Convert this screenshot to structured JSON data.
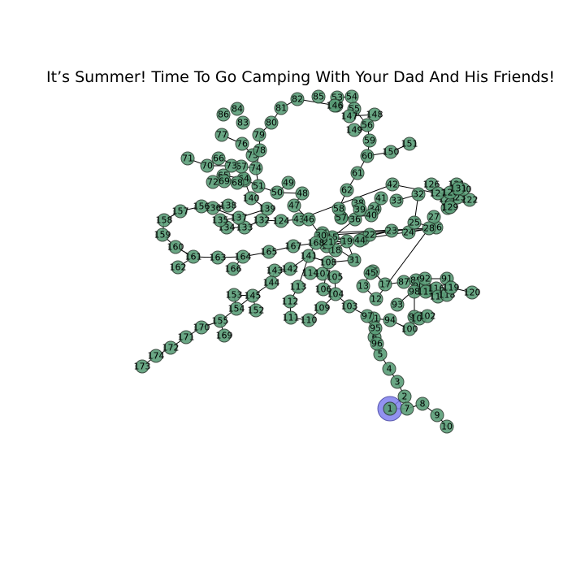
{
  "title": "It’s Summer! Time To Go Camping With Your Dad And His Friends!",
  "colors": {
    "node_fill": "#5a9e78",
    "node_stroke": "#2b3d30",
    "highlight_fill": "#8080ee",
    "edge": "#000000"
  },
  "highlighted_node": 1,
  "node_labels": [
    "1",
    "2",
    "3",
    "4",
    "5",
    "6",
    "7",
    "8",
    "9",
    "10",
    "11",
    "12",
    "13",
    "14",
    "15",
    "16",
    "17",
    "18",
    "19",
    "20",
    "21",
    "22",
    "23",
    "24",
    "25",
    "26",
    "27",
    "28",
    "29",
    "30",
    "31",
    "32",
    "33",
    "34",
    "35",
    "36",
    "37",
    "38",
    "39",
    "40",
    "41",
    "42",
    "43",
    "44",
    "45",
    "46",
    "47",
    "48",
    "49",
    "50",
    "51",
    "52",
    "53",
    "54",
    "55",
    "56",
    "57",
    "58",
    "59",
    "60",
    "61",
    "62",
    "63",
    "64",
    "65",
    "66",
    "67",
    "68",
    "69",
    "70",
    "71",
    "72",
    "73",
    "74",
    "75",
    "76",
    "77",
    "78",
    "79",
    "80",
    "81",
    "82",
    "83",
    "84",
    "85",
    "86",
    "87",
    "88",
    "89",
    "90",
    "91",
    "92",
    "93",
    "94",
    "95",
    "96",
    "97",
    "98",
    "99",
    "100",
    "101",
    "102",
    "103",
    "104",
    "105",
    "106",
    "107",
    "108",
    "109",
    "110",
    "111",
    "112",
    "113",
    "114",
    "115",
    "116",
    "117",
    "118",
    "119",
    "120",
    "121",
    "122",
    "123",
    "124",
    "125",
    "126",
    "127",
    "128",
    "129",
    "130",
    "131",
    "132",
    "133",
    "134",
    "135",
    "136",
    "137",
    "138",
    "139",
    "140",
    "141",
    "142",
    "143",
    "144",
    "145",
    "146",
    "147",
    "148",
    "149",
    "150",
    "151",
    "152",
    "153",
    "154",
    "155",
    "156",
    "157",
    "158",
    "159",
    "160",
    "161",
    "162",
    "163",
    "164",
    "165",
    "166",
    "167",
    "168",
    "169",
    "170",
    "171",
    "172",
    "173",
    "174"
  ],
  "edges": [
    [
      1,
      2
    ],
    [
      1,
      7
    ],
    [
      2,
      3
    ],
    [
      2,
      7
    ],
    [
      7,
      8
    ],
    [
      8,
      9
    ],
    [
      9,
      10
    ],
    [
      3,
      4
    ],
    [
      4,
      5
    ],
    [
      5,
      6
    ],
    [
      6,
      95
    ],
    [
      95,
      11
    ],
    [
      11,
      97
    ],
    [
      11,
      94
    ],
    [
      94,
      100
    ],
    [
      95,
      96
    ],
    [
      97,
      103
    ],
    [
      103,
      104
    ],
    [
      104,
      105
    ],
    [
      105,
      107
    ],
    [
      107,
      114
    ],
    [
      104,
      106
    ],
    [
      106,
      108
    ],
    [
      108,
      31
    ],
    [
      31,
      19
    ],
    [
      19,
      18
    ],
    [
      18,
      16
    ],
    [
      16,
      15
    ],
    [
      15,
      21
    ],
    [
      21,
      14
    ],
    [
      14,
      23
    ],
    [
      23,
      22
    ],
    [
      22,
      20
    ],
    [
      20,
      44
    ],
    [
      20,
      26
    ],
    [
      26,
      27
    ],
    [
      26,
      24
    ],
    [
      26,
      25
    ],
    [
      25,
      32
    ],
    [
      32,
      33
    ],
    [
      19,
      15
    ],
    [
      15,
      36
    ],
    [
      36,
      37
    ],
    [
      37,
      40
    ],
    [
      40,
      41
    ],
    [
      40,
      39
    ],
    [
      39,
      38
    ],
    [
      37,
      57
    ],
    [
      57,
      58
    ],
    [
      58,
      62
    ],
    [
      62,
      61
    ],
    [
      61,
      60
    ],
    [
      60,
      59
    ],
    [
      59,
      56
    ],
    [
      56,
      55
    ],
    [
      55,
      147
    ],
    [
      147,
      148
    ],
    [
      56,
      149
    ],
    [
      60,
      150
    ],
    [
      150,
      151
    ],
    [
      55,
      54
    ],
    [
      54,
      53
    ],
    [
      53,
      146
    ],
    [
      146,
      52
    ],
    [
      52,
      82
    ],
    [
      82,
      81
    ],
    [
      81,
      80
    ],
    [
      80,
      79
    ],
    [
      79,
      78
    ],
    [
      78,
      75
    ],
    [
      75,
      76
    ],
    [
      76,
      77
    ],
    [
      78,
      74
    ],
    [
      74,
      67
    ],
    [
      67,
      73
    ],
    [
      73,
      70
    ],
    [
      70,
      71
    ],
    [
      67,
      66
    ],
    [
      74,
      51
    ],
    [
      51,
      50
    ],
    [
      50,
      49
    ],
    [
      50,
      48
    ],
    [
      48,
      47
    ],
    [
      47,
      46
    ],
    [
      46,
      30
    ],
    [
      30,
      28
    ],
    [
      28,
      12
    ],
    [
      12,
      13
    ],
    [
      13,
      45
    ],
    [
      45,
      35
    ],
    [
      35,
      17
    ],
    [
      17,
      87
    ],
    [
      87,
      88
    ],
    [
      88,
      89
    ],
    [
      89,
      92
    ],
    [
      92,
      91
    ],
    [
      91,
      119
    ],
    [
      119,
      120
    ],
    [
      89,
      90
    ],
    [
      90,
      93
    ],
    [
      89,
      98
    ],
    [
      98,
      115
    ],
    [
      115,
      116
    ],
    [
      116,
      117
    ],
    [
      117,
      118
    ],
    [
      98,
      99
    ],
    [
      99,
      101
    ],
    [
      101,
      102
    ],
    [
      51,
      64
    ],
    [
      64,
      65
    ],
    [
      65,
      69
    ],
    [
      69,
      68
    ],
    [
      64,
      72
    ],
    [
      64,
      63
    ],
    [
      63,
      140
    ],
    [
      140,
      139
    ],
    [
      139,
      137
    ],
    [
      137,
      136
    ],
    [
      136,
      138
    ],
    [
      138,
      156
    ],
    [
      156,
      157
    ],
    [
      157,
      158
    ],
    [
      158,
      159
    ],
    [
      159,
      160
    ],
    [
      160,
      161
    ],
    [
      161,
      163
    ],
    [
      163,
      164
    ],
    [
      164,
      165
    ],
    [
      165,
      167
    ],
    [
      167,
      168
    ],
    [
      164,
      166
    ],
    [
      161,
      162
    ],
    [
      137,
      135
    ],
    [
      135,
      134
    ],
    [
      134,
      133
    ],
    [
      133,
      132
    ],
    [
      132,
      124
    ],
    [
      124,
      43
    ],
    [
      43,
      42
    ],
    [
      43,
      46
    ],
    [
      42,
      127
    ],
    [
      127,
      128
    ],
    [
      128,
      129
    ],
    [
      129,
      130
    ],
    [
      130,
      121
    ],
    [
      121,
      122
    ],
    [
      130,
      123
    ],
    [
      130,
      125
    ],
    [
      125,
      126
    ],
    [
      125,
      131
    ],
    [
      168,
      141
    ],
    [
      141,
      142
    ],
    [
      142,
      143
    ],
    [
      143,
      144
    ],
    [
      144,
      145
    ],
    [
      145,
      153
    ],
    [
      153,
      154
    ],
    [
      145,
      152
    ],
    [
      145,
      155
    ],
    [
      155,
      170
    ],
    [
      155,
      169
    ],
    [
      170,
      171
    ],
    [
      171,
      172
    ],
    [
      172,
      174
    ],
    [
      174,
      173
    ],
    [
      141,
      108
    ],
    [
      141,
      113
    ],
    [
      113,
      112
    ],
    [
      112,
      111
    ],
    [
      111,
      110
    ],
    [
      110,
      109
    ],
    [
      109,
      104
    ],
    [
      168,
      19
    ],
    [
      16,
      28
    ],
    [
      21,
      31
    ],
    [
      15,
      44
    ]
  ]
}
